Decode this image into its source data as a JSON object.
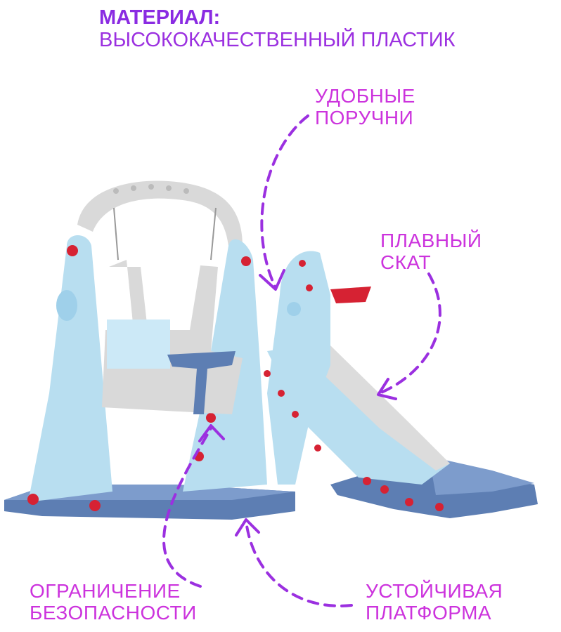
{
  "header": {
    "title": "МАТЕРИАЛ:",
    "subtitle": "ВЫСОКОКАЧЕСТВЕННЫЙ ПЛАСТИК"
  },
  "callouts": {
    "handrails": [
      "УДОБНЫЕ",
      "ПОРУЧНИ"
    ],
    "slope": [
      "ПЛАВНЫЙ",
      "СКАТ"
    ],
    "safety": [
      "ОГРАНИЧЕНИЕ",
      "БЕЗОПАСНОСТИ"
    ],
    "platform": [
      "УСТОЙЧИВАЯ",
      "ПЛАТФОРМА"
    ]
  },
  "colors": {
    "accent_pink": "#cc33dd",
    "accent_violet": "#9b30e0",
    "plastic_blue": "#b8def0",
    "base_navy": "#5d7eb3",
    "plastic_grey": "#d9d9d9",
    "bolt_red": "#d62233"
  },
  "icons": [
    "dashed-arrow-icon"
  ]
}
